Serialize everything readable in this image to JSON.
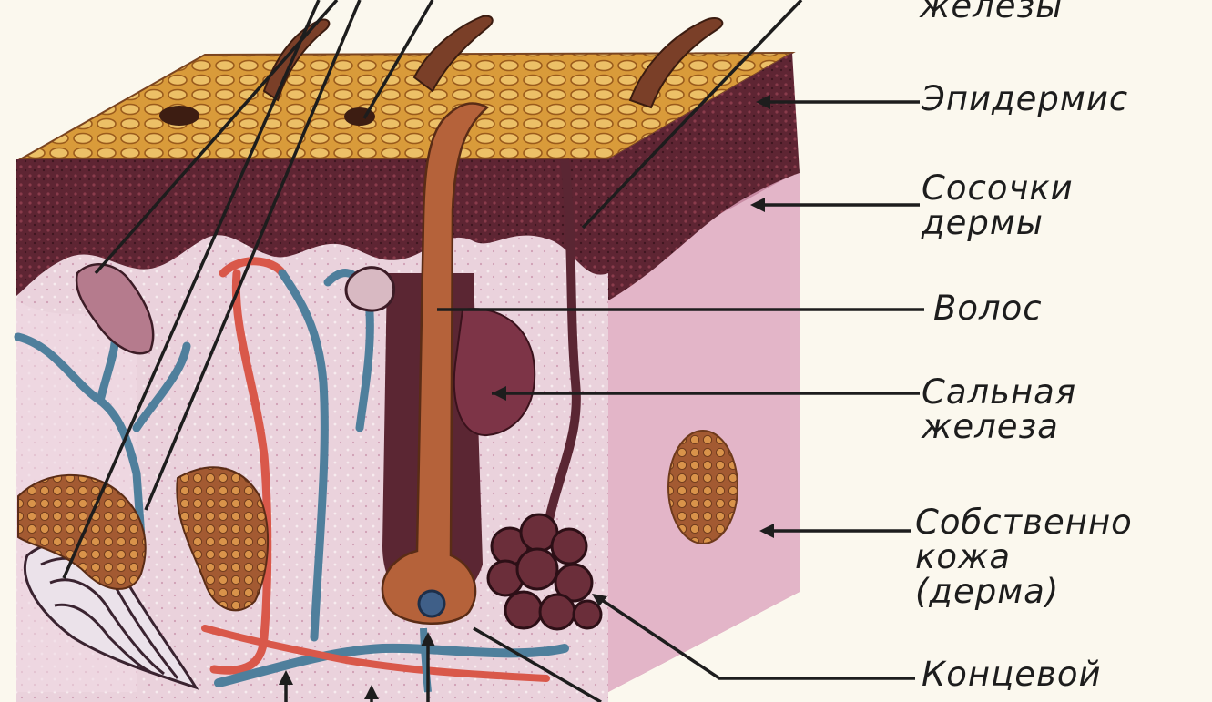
{
  "labels": {
    "glands_top": "железы",
    "epidermis": "Эпидермис",
    "papillae": [
      "Сосочки",
      "дермы"
    ],
    "hair": "Волос",
    "sebaceous": [
      "Сальная",
      "железа"
    ],
    "dermis": [
      "Собственно",
      "кожа",
      "(дерма)"
    ],
    "terminal": "Концевой"
  },
  "colors": {
    "background": "#fbf8ee",
    "surface": "#d79a3c",
    "epidermis": "#5a2330",
    "dermis": "#e2b9cd",
    "side": "#b9758f",
    "hair": "#b5623a",
    "artery": "#d9584a",
    "vein": "#4f7f9c",
    "line": "#1d1d1d"
  }
}
